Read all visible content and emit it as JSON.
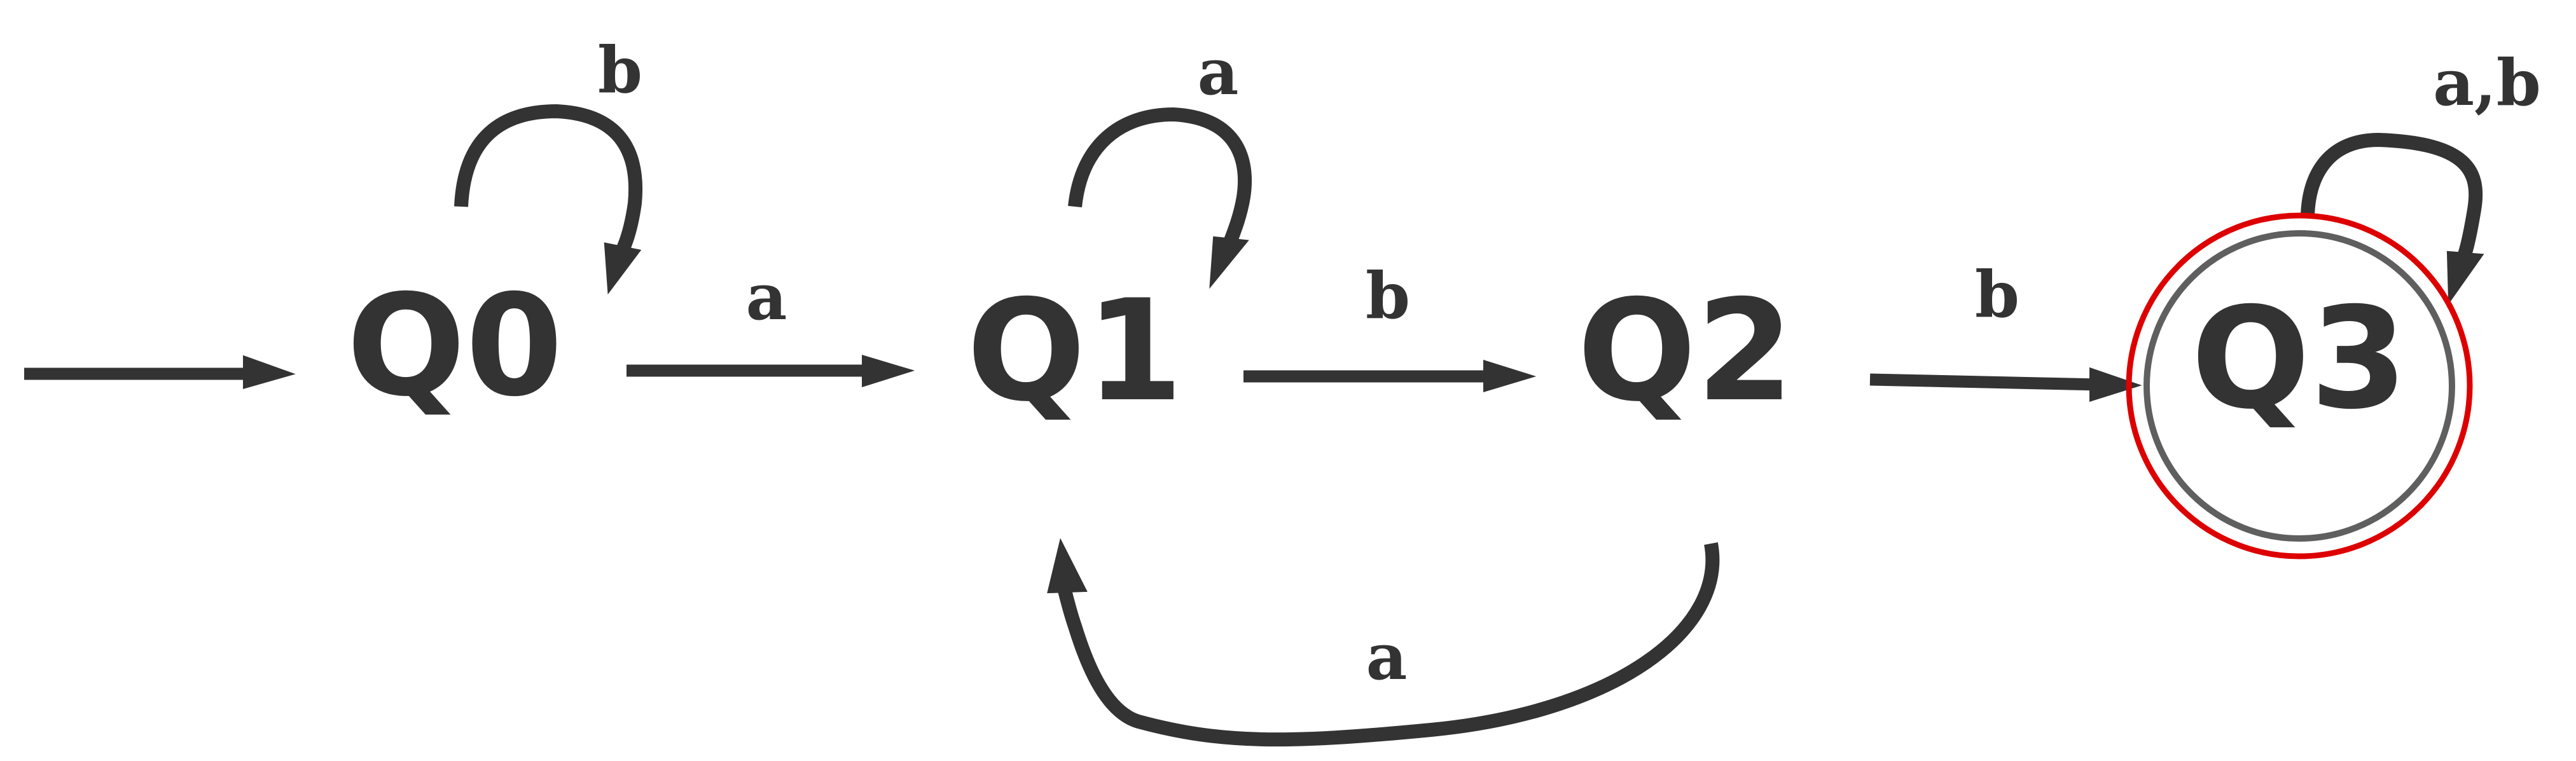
{
  "states": [
    {
      "id": "q0",
      "label": "Q0",
      "accepting": false
    },
    {
      "id": "q1",
      "label": "Q1",
      "accepting": false
    },
    {
      "id": "q2",
      "label": "Q2",
      "accepting": false
    },
    {
      "id": "q3",
      "label": "Q3",
      "accepting": true
    }
  ],
  "transitions": [
    {
      "from": "q0",
      "to": "q0",
      "label": "b"
    },
    {
      "from": "q0",
      "to": "q1",
      "label": "a"
    },
    {
      "from": "q1",
      "to": "q1",
      "label": "a"
    },
    {
      "from": "q1",
      "to": "q2",
      "label": "b"
    },
    {
      "from": "q2",
      "to": "q3",
      "label": "b"
    },
    {
      "from": "q2",
      "to": "q1",
      "label": "a"
    },
    {
      "from": "q3",
      "to": "q3",
      "label": "a,b"
    }
  ],
  "colors": {
    "ink": "#333333",
    "accept_ring_outer": "#dd0000",
    "accept_ring_inner": "#5f5f5f",
    "background": "#ffffff"
  }
}
